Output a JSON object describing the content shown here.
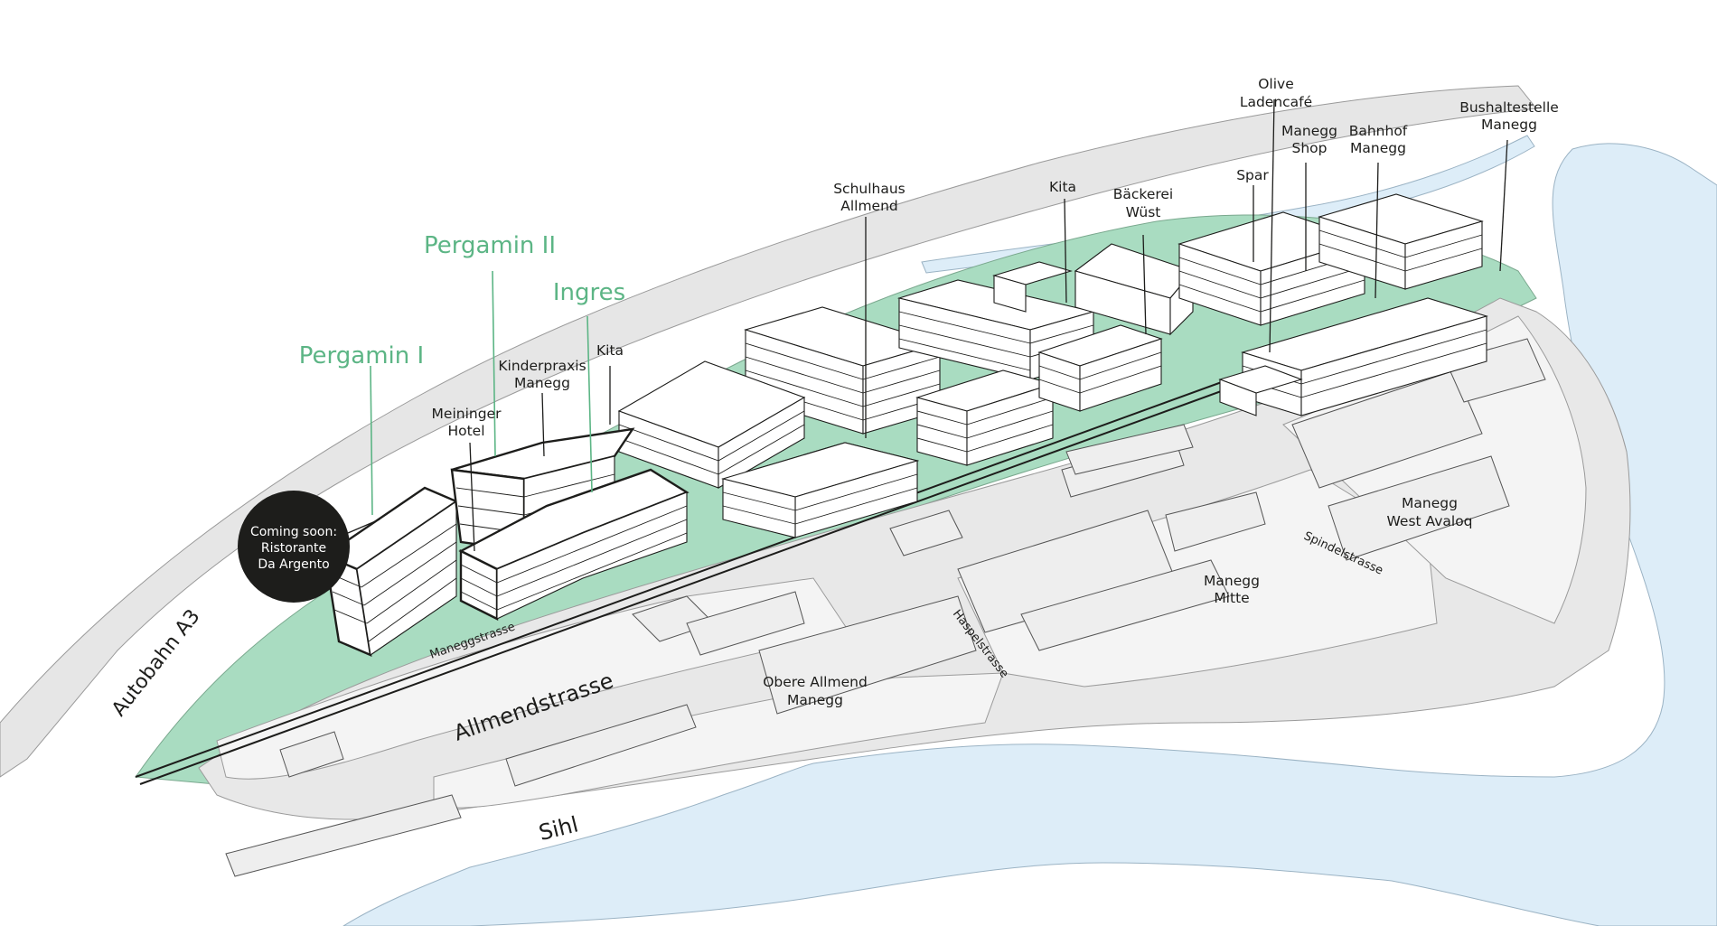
{
  "colors": {
    "water": "#ddedf8",
    "green": "#a9dcc1",
    "road": "#e6e6e6",
    "project_label": "#5cb585",
    "bubble": "#1d1d1b"
  },
  "projects": {
    "pergamin_1": "Pergamin I",
    "pergamin_2": "Pergamin II",
    "ingres": "Ingres"
  },
  "bubble": {
    "line1": "Coming soon:",
    "line2": "Ristorante",
    "line3": "Da Argento"
  },
  "labels": {
    "meininger_1": "Meininger",
    "meininger_2": "Hotel",
    "kinderpraxis_1": "Kinderpraxis",
    "kinderpraxis_2": "Manegg",
    "kita_west": "Kita",
    "schulhaus_1": "Schulhaus",
    "schulhaus_2": "Allmend",
    "kita_east": "Kita",
    "baeckerei_1": "Bäckerei",
    "baeckerei_2": "Wüst",
    "spar": "Spar",
    "olive_1": "Olive",
    "olive_2": "Ladencafé",
    "shop_1": "Manegg",
    "shop_2": "Shop",
    "bahnhof_1": "Bahnhof",
    "bahnhof_2": "Manegg",
    "bus_1": "Bushaltestelle",
    "bus_2": "Manegg",
    "west_avaloq_1": "Manegg",
    "west_avaloq_2": "West Avaloq",
    "mitte_1": "Manegg",
    "mitte_2": "Mitte",
    "obere_1": "Obere Allmend",
    "obere_2": "Manegg"
  },
  "streets": {
    "autobahn": "Autobahn A3",
    "allmendstrasse": "Allmendstrasse",
    "maneggstrasse": "Maneggstrasse",
    "haspelstrasse": "Haspelstrasse",
    "spindelstrasse": "Spindelstrasse",
    "sihl": "Sihl"
  }
}
